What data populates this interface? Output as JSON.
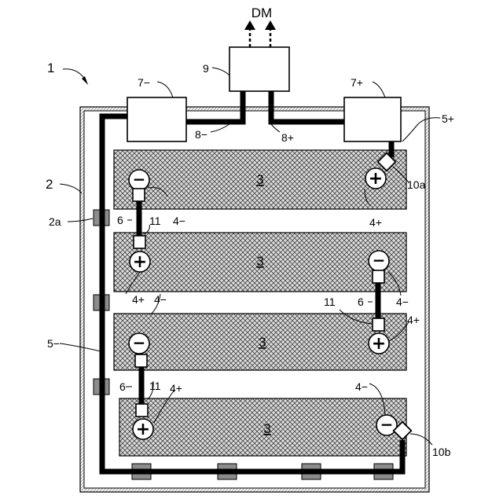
{
  "labels": {
    "dm": "DM",
    "pack": "1",
    "housing": "2",
    "housing_wall": "2a",
    "controller": "9",
    "relay_neg": "7−",
    "relay_pos": "7+",
    "wire_neg": "8−",
    "wire_pos": "8+",
    "busbar_pos": "5+",
    "busbar_neg": "5−",
    "fuse_top": "10a",
    "fuse_bottom": "10b",
    "cell": "3",
    "term_neg": "4−",
    "term_pos": "4+",
    "link": "6",
    "connector": "11"
  },
  "signs": {
    "plus": "+",
    "minus": "−"
  }
}
